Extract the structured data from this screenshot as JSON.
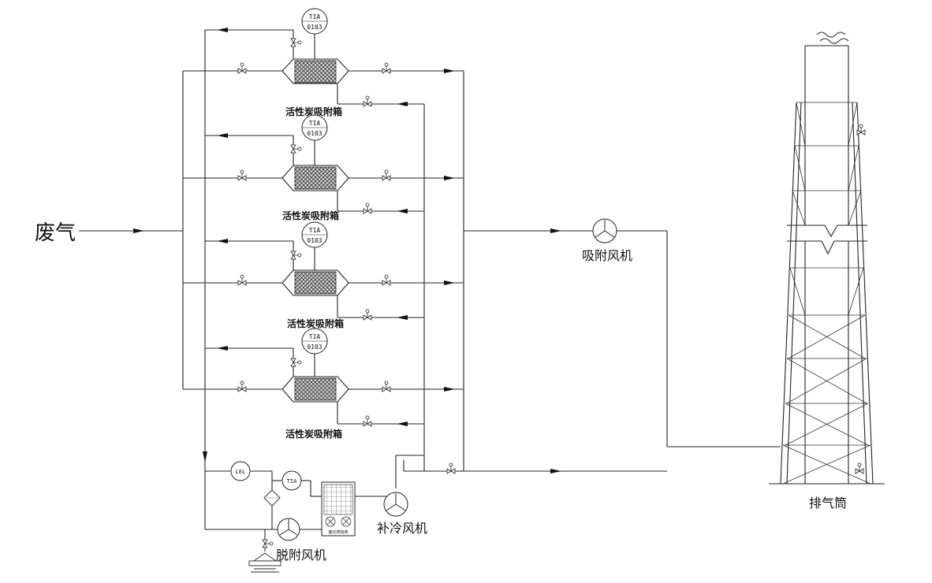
{
  "diagram": {
    "inlet_label": "废气",
    "adsorbers": [
      {
        "label": "活性炭吸附箱",
        "instrument": {
          "tag": "TIA",
          "number": "0103"
        }
      },
      {
        "label": "活性炭吸附箱",
        "instrument": {
          "tag": "TIA",
          "number": "0103"
        }
      },
      {
        "label": "活性炭吸附箱",
        "instrument": {
          "tag": "TIA",
          "number": "0103"
        }
      },
      {
        "label": "活性炭吸附箱",
        "instrument": {
          "tag": "TIA",
          "number": "0103"
        }
      }
    ],
    "adsorption_fan_label": "吸附风机",
    "cooling_fan_label": "补冷风机",
    "desorption_fan_label": "脱附风机",
    "stack_label": "排气筒",
    "lel_tag": "LEL",
    "tia_tag": "TIA",
    "catalytic_bed_label": "催化燃烧床"
  }
}
